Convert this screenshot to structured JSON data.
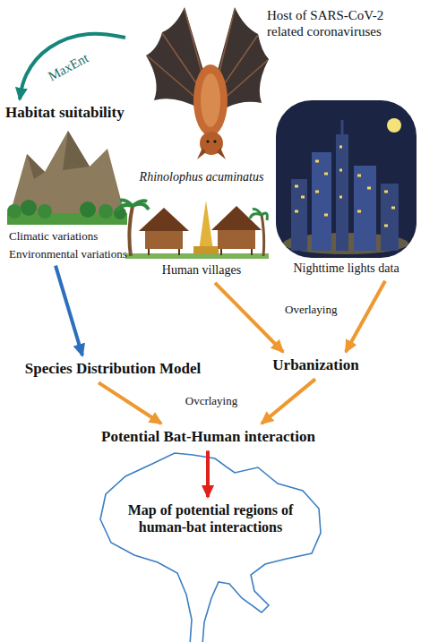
{
  "diagram": {
    "nodes": [
      {
        "text": [
          "Rhinolophus acuminatus"
        ]
      },
      {
        "text": [
          "Habitat suitability",
          "Climatic variations",
          "Environmental variations"
        ]
      },
      {
        "text": [
          "Human villages"
        ]
      },
      {
        "text": [
          "Nighttime lights data"
        ]
      },
      {
        "text": [
          "Urbanization"
        ]
      },
      {
        "text": [
          "Species Distribution Model"
        ]
      },
      {
        "text": [
          "Potential Bat-Human interaction"
        ]
      },
      {
        "text": [
          "Map of potential regions of human-bat interactions"
        ]
      }
    ],
    "edges": [
      {
        "from": 0,
        "to": 1,
        "label": "MaxEnt",
        "arrow": "to"
      },
      {
        "from": 1,
        "to": 5,
        "arrow": "to"
      },
      {
        "from": 3,
        "to": 4,
        "label": "Overlaying",
        "arrow": "to"
      },
      {
        "from": 2,
        "to": 4,
        "arrow": "to"
      },
      {
        "from": 5,
        "to": 6,
        "arrow": "to"
      },
      {
        "from": 4,
        "to": 6,
        "arrow": "to"
      },
      {
        "from": 6,
        "to": 7,
        "arrow": "to"
      }
    ],
    "labels": [
      "Host of SARS-CoV-2 related coronaviruses",
      "Ovcrlaying"
    ]
  }
}
